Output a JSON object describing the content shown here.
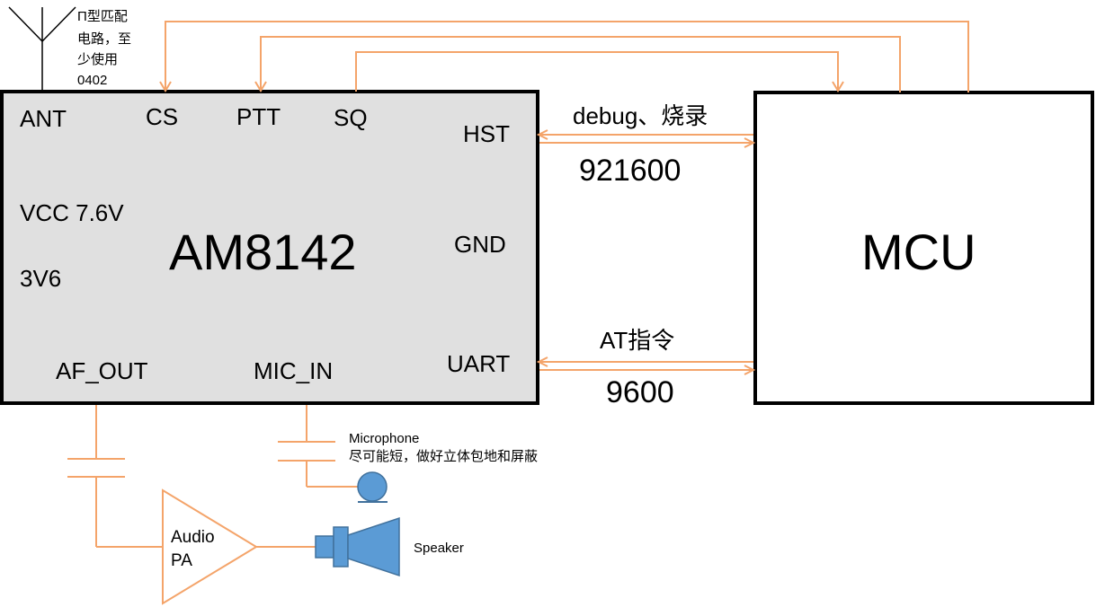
{
  "colors": {
    "wire": "#f4a46a",
    "chip_fill": "#e0e0e0",
    "box_stroke": "#000000",
    "device_blue": "#5b9bd5",
    "device_stroke": "#41719c"
  },
  "module": {
    "name": "AM8142",
    "pins": {
      "ant": "ANT",
      "cs": "CS",
      "ptt": "PTT",
      "sq": "SQ",
      "hst": "HST",
      "gnd": "GND",
      "uart": "UART",
      "vcc": "VCC 7.6V",
      "v36": "3V6",
      "af_out": "AF_OUT",
      "mic_in": "MIC_IN"
    }
  },
  "mcu": {
    "name": "MCU"
  },
  "antenna_note": [
    "Π型匹配",
    "电路，至",
    "少使用",
    "0402"
  ],
  "links": {
    "hst": {
      "label": "debug、烧录",
      "baud": "921600"
    },
    "uart": {
      "label": "AT指令",
      "baud": "9600"
    }
  },
  "microphone": {
    "label": "Microphone",
    "note": "尽可能短，做好立体包地和屏蔽"
  },
  "amplifier": {
    "line1": "Audio",
    "line2": "PA"
  },
  "speaker": {
    "label": "Speaker"
  },
  "icons": [
    "antenna-icon",
    "capacitor-icon",
    "microphone-icon",
    "amplifier-icon",
    "speaker-icon"
  ]
}
